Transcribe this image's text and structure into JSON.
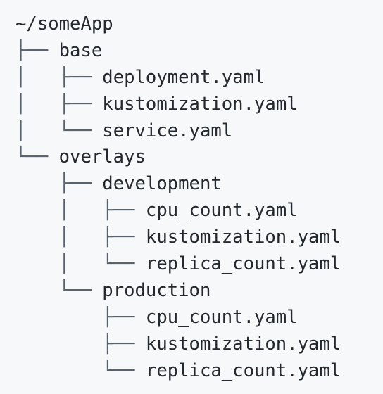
{
  "tree": {
    "lines": [
      {
        "prefix": "",
        "name": "~/someApp"
      },
      {
        "prefix": "├── ",
        "name": "base"
      },
      {
        "prefix": "│   ├── ",
        "name": "deployment.yaml"
      },
      {
        "prefix": "│   ├── ",
        "name": "kustomization.yaml"
      },
      {
        "prefix": "│   └── ",
        "name": "service.yaml"
      },
      {
        "prefix": "└── ",
        "name": "overlays"
      },
      {
        "prefix": "    ├── ",
        "name": "development"
      },
      {
        "prefix": "    │   ├── ",
        "name": "cpu_count.yaml"
      },
      {
        "prefix": "    │   ├── ",
        "name": "kustomization.yaml"
      },
      {
        "prefix": "    │   └── ",
        "name": "replica_count.yaml"
      },
      {
        "prefix": "    └── ",
        "name": "production"
      },
      {
        "prefix": "        ├── ",
        "name": "cpu_count.yaml"
      },
      {
        "prefix": "        ├── ",
        "name": "kustomization.yaml"
      },
      {
        "prefix": "        └── ",
        "name": "replica_count.yaml"
      }
    ]
  }
}
